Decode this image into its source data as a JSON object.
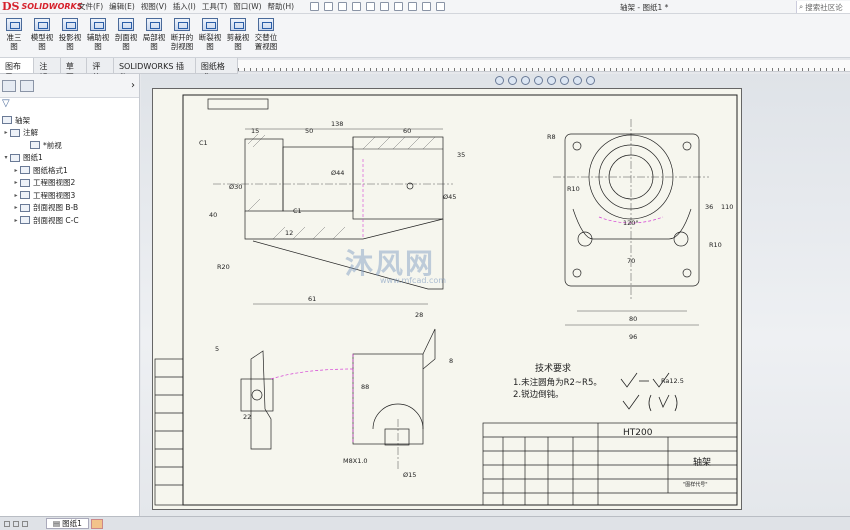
{
  "app": {
    "brand": "SOLIDWORKS",
    "logo_mark": "DS",
    "document_title": "轴架 - 图纸1 *",
    "search_placeholder": "搜索社区论"
  },
  "menu": [
    "文件(F)",
    "编辑(E)",
    "视图(V)",
    "插入(I)",
    "工具(T)",
    "窗口(W)",
    "帮助(H)"
  ],
  "ribbon": [
    {
      "label": "标准三视图",
      "display": "准三\n图"
    },
    {
      "label": "模型视图",
      "display": "模型视\n图"
    },
    {
      "label": "投影视图",
      "display": "投影视\n图"
    },
    {
      "label": "辅助视图",
      "display": "辅助视\n图"
    },
    {
      "label": "剖面视图",
      "display": "剖面视\n图"
    },
    {
      "label": "局部视图",
      "display": "局部视\n图"
    },
    {
      "label": "断开的剖视图",
      "display": "断开的\n剖视图"
    },
    {
      "label": "断裂视图",
      "display": "断裂视\n图"
    },
    {
      "label": "剪裁视图",
      "display": "剪裁视\n图"
    },
    {
      "label": "交替位置视图",
      "display": "交替位\n置视图"
    }
  ],
  "command_tabs": [
    "图布局",
    "注解",
    "草图",
    "评估",
    "SOLIDWORKS 插件",
    "图纸格式"
  ],
  "active_tab": "图布局",
  "tree": [
    {
      "label": "轴架",
      "indent": 0,
      "toggle": ""
    },
    {
      "label": "注解",
      "indent": 1,
      "toggle": "▸"
    },
    {
      "label": "*前视",
      "indent": 2,
      "toggle": ""
    },
    {
      "label": "图纸1",
      "indent": 1,
      "toggle": "▾"
    },
    {
      "label": "图纸格式1",
      "indent": 2,
      "toggle": "▸"
    },
    {
      "label": "工程图视图2",
      "indent": 2,
      "toggle": "▸"
    },
    {
      "label": "工程图视图3",
      "indent": 2,
      "toggle": "▸"
    },
    {
      "label": "剖面视图 B-B",
      "indent": 2,
      "toggle": "▸"
    },
    {
      "label": "剖面视图 C-C",
      "indent": 2,
      "toggle": "▸"
    }
  ],
  "sheet_tab": "图纸1",
  "drawing": {
    "tech_req_title": "技术要求",
    "tech_req_1": "1.未注圆角为R2~R5。",
    "tech_req_2": "2.锐边倒钝。",
    "material": "HT200",
    "part_name": "轴架",
    "company_note": "\"图样代号\"",
    "dims": {
      "d138": "138",
      "d50": "50",
      "d60": "60",
      "d35": "35",
      "d15": "15",
      "d30": "Ø30",
      "d44": "Ø44",
      "d45": "Ø45",
      "d12": "12",
      "d61": "61",
      "d80": "80",
      "d96": "96",
      "d70": "70",
      "d36": "36",
      "d110": "110",
      "r8": "R8",
      "r10": "R10",
      "r10b": "R10",
      "r20": "R20",
      "a120": "120°",
      "d28": "28",
      "d88": "88",
      "d8": "8",
      "m8": "M8X1.0",
      "d15b": "Ø15",
      "c1": "C1",
      "c1b": "C1",
      "d40": "40",
      "d22": "22",
      "d5": "5",
      "ra": "Ra12.5"
    },
    "watermark": "沐风网",
    "watermark_url": "www.mfcad.com"
  }
}
